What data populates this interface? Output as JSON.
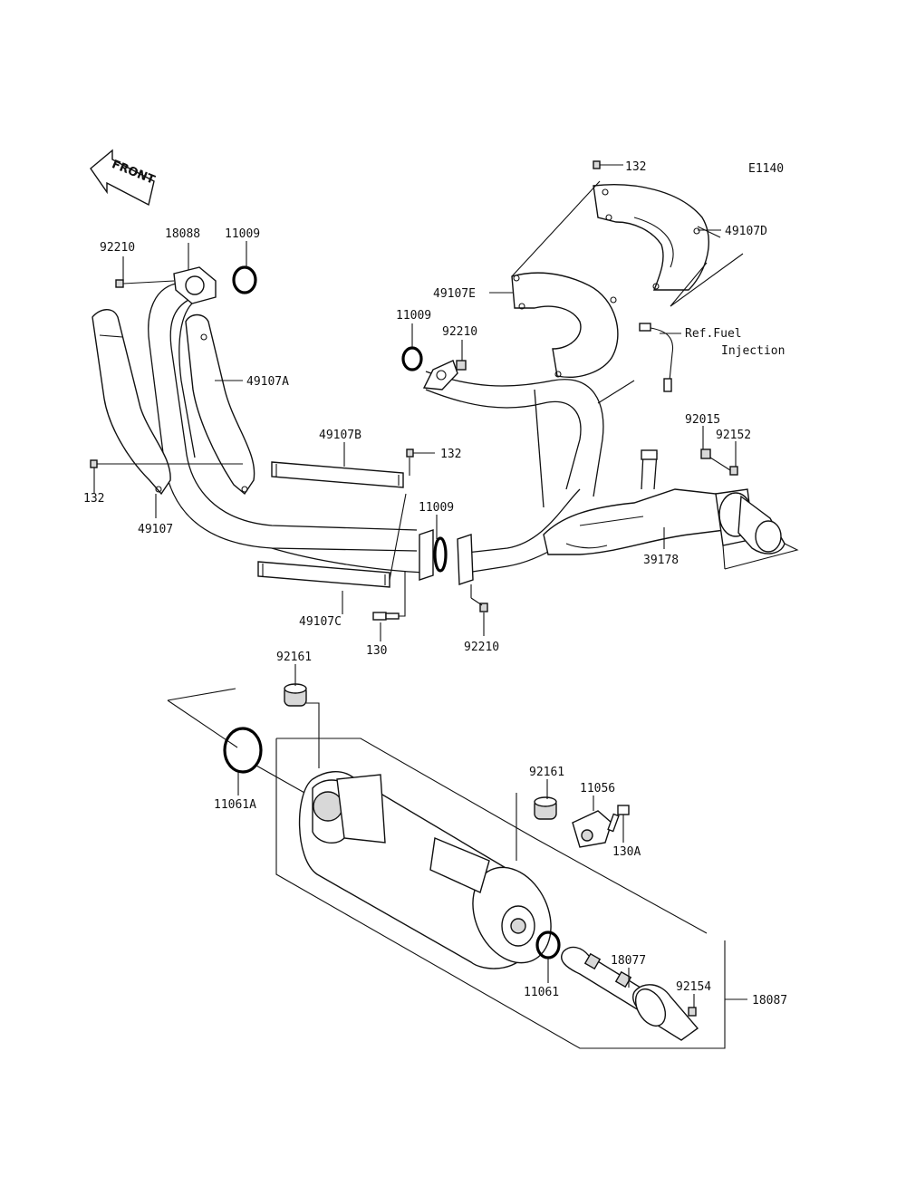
{
  "diagram_code": "E1140",
  "front_label": "FRONT",
  "labels": {
    "p132_top": "132",
    "p49107D": "49107D",
    "p49107E": "49107E",
    "p11009_a": "11009",
    "p92210_a": "92210",
    "p18088": "18088",
    "p11009_b": "11009",
    "p92210_b": "92210",
    "p49107A": "49107A",
    "p49107B": "49107B",
    "p132_mid": "132",
    "p132_left": "132",
    "p49107": "49107",
    "p11009_c": "11009",
    "p49107C": "49107C",
    "p130": "130",
    "p92210_c": "92210",
    "p92015": "92015",
    "p92152": "92152",
    "p39178": "39178",
    "ref_line1": "Ref.Fuel",
    "ref_line2": "Injection",
    "p92161_a": "92161",
    "p11061A": "11061A",
    "p92161_b": "92161",
    "p11056": "11056",
    "p130A": "130A",
    "p18077": "18077",
    "p92154": "92154",
    "p11061": "11061",
    "p18087": "18087"
  },
  "icons": [
    "front-arrow-icon"
  ]
}
